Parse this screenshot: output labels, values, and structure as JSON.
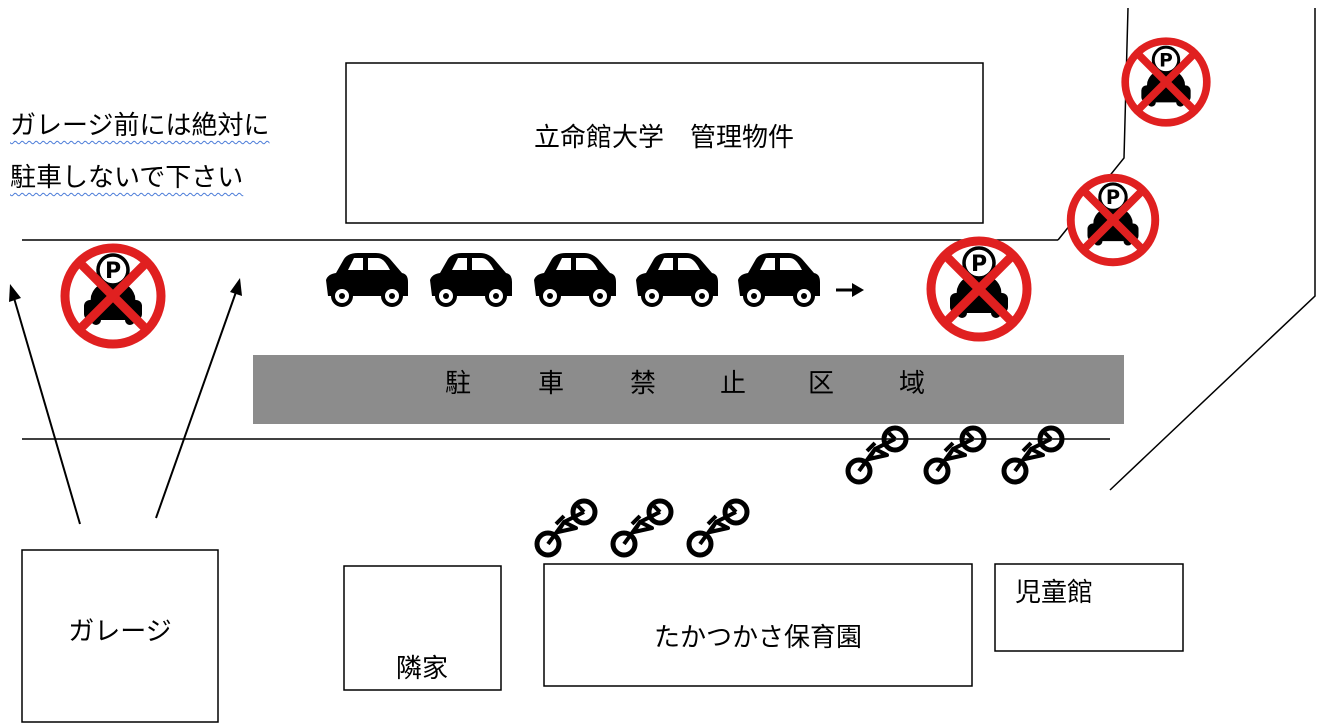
{
  "warning": {
    "line1": "ガレージ前には絶対に",
    "line2": "駐車しないで下さい"
  },
  "buildings": {
    "ritsumeikan": "立命館大学　管理物件",
    "garage": "ガレージ",
    "neighbor": "隣家",
    "nursery": "たかつかさ保育園",
    "childrens_hall": "児童館"
  },
  "no_parking_zone": {
    "chars": [
      "駐",
      "車",
      "禁",
      "止",
      "区",
      "域"
    ],
    "fill_color": "#8c8c8c"
  },
  "icons": {
    "no_parking": "no-parking-icon",
    "parked_car": "car-icon",
    "bicycle": "bicycle-icon",
    "no_parking_letter": "P",
    "no_parking_color": "#e02020"
  }
}
